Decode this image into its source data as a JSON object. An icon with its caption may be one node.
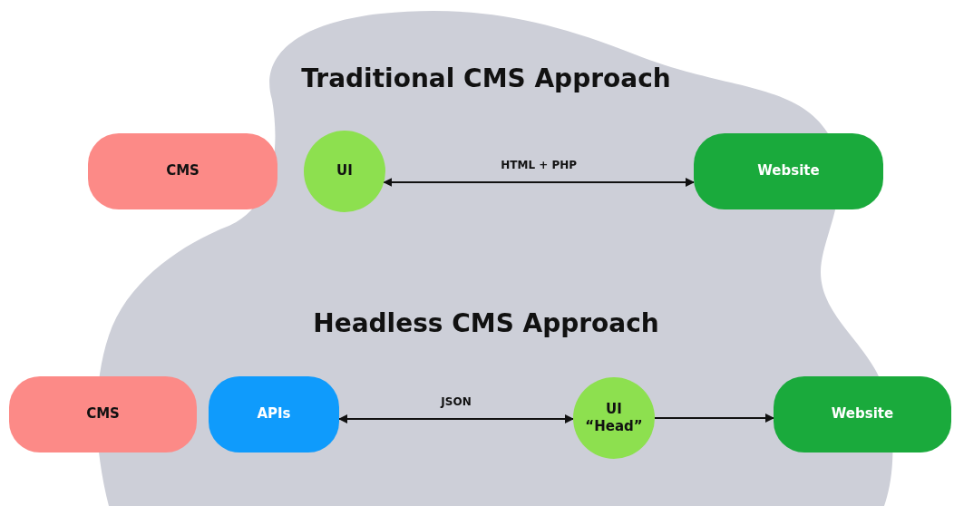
{
  "diagram": {
    "nodes": [
      {
        "text": [
          "CMS"
        ]
      },
      {
        "text": [
          "UI"
        ]
      },
      {
        "text": [
          "Website"
        ]
      },
      {
        "text": [
          "CMS"
        ]
      },
      {
        "text": [
          "APIs"
        ]
      },
      {
        "text": [
          "UI “Head”"
        ]
      },
      {
        "text": [
          "Website"
        ]
      }
    ],
    "edges": [
      {
        "from": 1,
        "to": 2,
        "arrow": "both",
        "label": "HTML + PHP"
      },
      {
        "from": 4,
        "to": 5,
        "arrow": "both",
        "label": "JSON"
      },
      {
        "from": 5,
        "to": 6,
        "arrow": "to"
      }
    ],
    "labels": [
      "Traditional CMS Approach",
      "Headless CMS Approach"
    ]
  }
}
